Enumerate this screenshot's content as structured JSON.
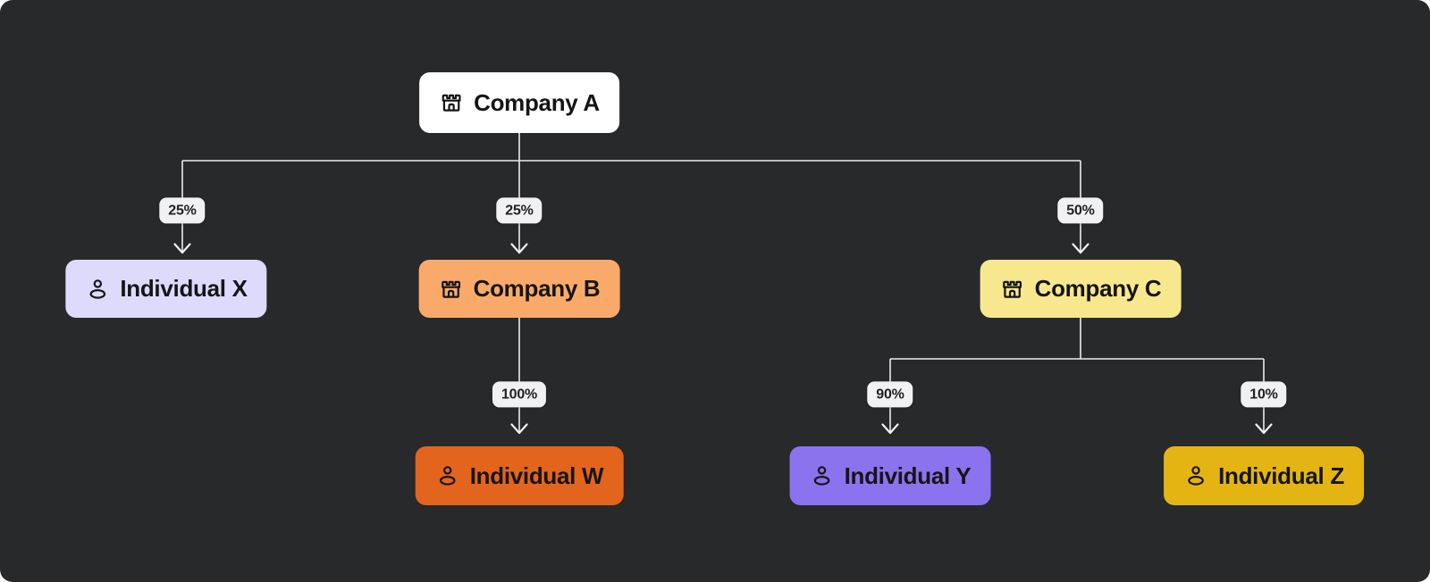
{
  "diagram": {
    "colors": {
      "background": "#27292b",
      "edge_line": "#ececec",
      "badge_bg": "#f1f1f3",
      "badge_fg": "#202020"
    },
    "nodes": {
      "company_a": {
        "label": "Company A",
        "type": "company",
        "icon": "storefront-icon",
        "bg": "#ffffff",
        "fg": "#151515"
      },
      "individual_x": {
        "label": "Individual X",
        "type": "individual",
        "icon": "person-icon",
        "bg": "#dedafc",
        "fg": "#151515"
      },
      "company_b": {
        "label": "Company B",
        "type": "company",
        "icon": "storefront-icon",
        "bg": "#f9aa6b",
        "fg": "#151515"
      },
      "company_c": {
        "label": "Company C",
        "type": "company",
        "icon": "storefront-icon",
        "bg": "#f8e88d",
        "fg": "#151515"
      },
      "individual_w": {
        "label": "Individual W",
        "type": "individual",
        "icon": "person-icon",
        "bg": "#e3641c",
        "fg": "#151515"
      },
      "individual_y": {
        "label": "Individual Y",
        "type": "individual",
        "icon": "person-icon",
        "bg": "#8b72ef",
        "fg": "#151515"
      },
      "individual_z": {
        "label": "Individual Z",
        "type": "individual",
        "icon": "person-icon",
        "bg": "#e4b512",
        "fg": "#151515"
      }
    },
    "edges": [
      {
        "from": "company_a",
        "to": "individual_x",
        "label": "25%"
      },
      {
        "from": "company_a",
        "to": "company_b",
        "label": "25%"
      },
      {
        "from": "company_a",
        "to": "company_c",
        "label": "50%"
      },
      {
        "from": "company_b",
        "to": "individual_w",
        "label": "100%"
      },
      {
        "from": "company_c",
        "to": "individual_y",
        "label": "90%"
      },
      {
        "from": "company_c",
        "to": "individual_z",
        "label": "10%"
      }
    ]
  }
}
